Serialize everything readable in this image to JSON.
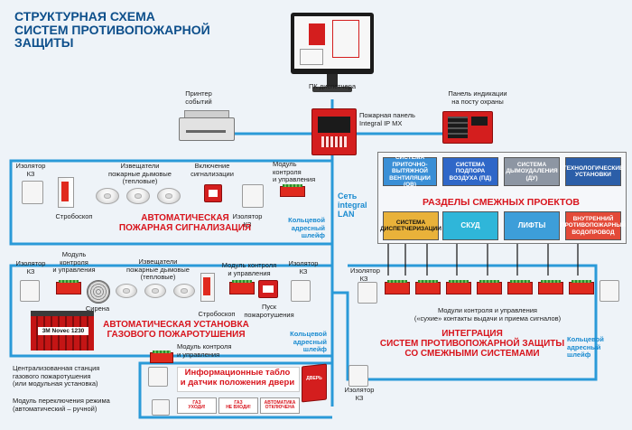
{
  "title": "СТРУКТУРНАЯ СХЕМА\nСИСТЕМ ПРОТИВОПОЖАРНОЙ\nЗАЩИТЫ",
  "labels": {
    "pc": "ПК диспетчера",
    "printer": "Принтер\nсобытий",
    "panel": "Пожарная панель\nIntegral IP MX",
    "indicator_panel": "Панель индикации\nна посту охраны",
    "network": "Сеть\nintegral\nLAN",
    "isolator": "Изолятор\nКЗ",
    "detectors_row1": "Извещатели\nпожарные дымовые\n(тепловые)",
    "signaling_on": "Включение\nсигнализации",
    "module_ctrl": "Модуль\nконтроля\nи управления",
    "strobe": "Стробоскоп",
    "fire_alarm": "АВТОМАТИЧЕСКАЯ\nПОЖАРНАЯ СИГНАЛИЗАЦИЯ",
    "ring_loop": "Кольцевой\nадресный\nшлейф",
    "module_ctrl2": "Модуль\nконтроля\nи управления",
    "detectors_row2": "Извещатели\nпожарные дымовые\n(тепловые)",
    "module_ctrl3": "Модуль контроля\nи управления",
    "siren": "Сирена",
    "strobe2": "Стробоскоп",
    "extinguish_start": "Пуск\nпожаротушения",
    "novec": "3M Novec 1230",
    "gas_title": "АВТОМАТИЧЕСКАЯ УСТАНОВКА\nГАЗОВОГО ПОЖАРОТУШЕНИЯ",
    "gas_station": "Централизованная станция\nгазового пожаротушения\n(или модульная установка)",
    "module_ctrl4": "Модуль контроля\nи управления",
    "info_boards": "Информационные табло\nи датчик положения двери",
    "mode_switch": "Модуль переключения режима\n(автоматический – ручной)",
    "sections": "РАЗДЕЛЫ СМЕЖНЫХ ПРОЕКТОВ",
    "modules_bottom": "Модули контроля и управления\n(«сухие» контакты выдачи и приема сигналов)",
    "integration": "ИНТЕГРАЦИЯ\nСИСТЕМ ПРОТИВОПОЖАРНОЙ ЗАЩИТЫ\nСО СМЕЖНЫМИ СИСТЕМАМИ",
    "sign1": "ГАЗ\nУХОДИ!",
    "sign2": "ГАЗ\nНЕ ВХОДИ!",
    "sign3": "АВТОМАТИКА\nОТКЛЮЧЕНА",
    "door_sign": "ДВЕРЬ"
  },
  "systems_top": [
    {
      "label": "СИСТЕМА\nПРИТОЧНО-\nВЫТЯЖНОЙ\nВЕНТИЛЯЦИИ (ОВ)",
      "color": "#3a8fd6"
    },
    {
      "label": "СИСТЕМА\nПОДПОРА\nВОЗДУХА (ПД)",
      "color": "#2f67c8"
    },
    {
      "label": "СИСТЕМА\nДЫМОУДАЛЕНИЯ\n(ДУ)",
      "color": "#8d96a3"
    },
    {
      "label": "ТЕХНОЛОГИЧЕСКИЕ\nУСТАНОВКИ",
      "color": "#2b5ea8"
    }
  ],
  "systems_bottom": [
    {
      "label": "СИСТЕМА\nДИСПЕТЧЕРИЗАЦИИ",
      "color": "#e9b23a"
    },
    {
      "label": "СКУД",
      "color": "#2fb6d9"
    },
    {
      "label": "ЛИФТЫ",
      "color": "#3d9ed9"
    },
    {
      "label": "ВНУТРЕННИЙ\nПРОТИВОПОЖАРНЫЙ\nВОДОПРОВОД",
      "color": "#e34a38"
    }
  ],
  "colors": {
    "bus": "#2a9ad8",
    "red": "#d8141c",
    "title": "#0d4f8b"
  }
}
